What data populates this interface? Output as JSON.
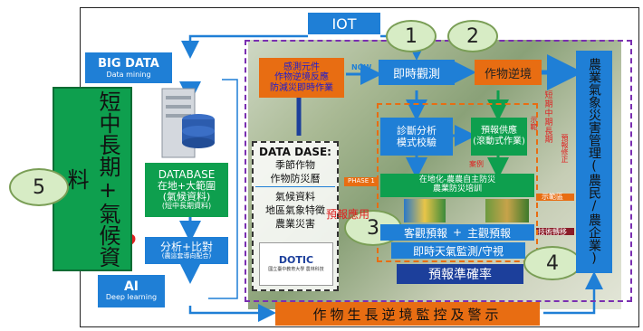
{
  "colors": {
    "blue": "#1f7fd6",
    "green": "#0e9f4e",
    "orange": "#e86d12",
    "purple": "#7a2fb1",
    "red": "#e02020",
    "navy": "#1c3f9b",
    "circle_fill": "#d7ecc5"
  },
  "iot": "IOT",
  "big_data": {
    "title": "BIG DATA",
    "sub": "Data mining"
  },
  "database": {
    "title": "DATABASE",
    "line1": "在地+大範圍",
    "line2": "(氣候資料)",
    "line3": "(短中長期資料)"
  },
  "analysis": {
    "title": "分析+比對",
    "sub": "(農這套導向配合)"
  },
  "ai": {
    "title": "AI",
    "sub": "Deep learning"
  },
  "left_panel": "短中長期+氣候資料",
  "circles": [
    "1",
    "2",
    "3",
    "4",
    "5"
  ],
  "sensor": {
    "line1": "感測元件",
    "line2": "作物逆境反應",
    "line3": "防減災即時作業"
  },
  "now": "NOW",
  "realtime": "即時觀測",
  "stress": "作物逆境",
  "right_panel": "農業氣象災害管理(農民/農企業)",
  "data_base": {
    "title": "DATA DASE:",
    "l1": "季節作物",
    "l2": "作物防災曆",
    "l3": "氣候資料",
    "l4": "地區氣象特徵",
    "l5": "農業災害"
  },
  "phase": "PHASE 1",
  "warn": "預報應用",
  "diag": {
    "l1": "診斷分析",
    "l2": "模式校驗"
  },
  "forecast": {
    "l1": "預報供應",
    "l2": "(滾動式作業)"
  },
  "case": "案例",
  "terms": {
    "l1": "短",
    "l2": "期",
    "l3": "中",
    "l4": "期",
    "l5": "長",
    "l6": "期"
  },
  "side_correct": "預報修正",
  "side_verify": "示範",
  "local": {
    "l1": "在地化-農農自主防災",
    "l2": "農業防災培訓"
  },
  "obj": {
    "a": "客觀預報",
    "plus": "+",
    "b": "主觀預報"
  },
  "monitor": "即時天氣監測/守視",
  "accuracy": "預報準確率",
  "demo": "示範區",
  "tech": "技術轉移",
  "bottom": "作物生長逆境監控及警示",
  "logo": "DOTIC",
  "logo_sub": "國立臺中教育大學 農林科技"
}
